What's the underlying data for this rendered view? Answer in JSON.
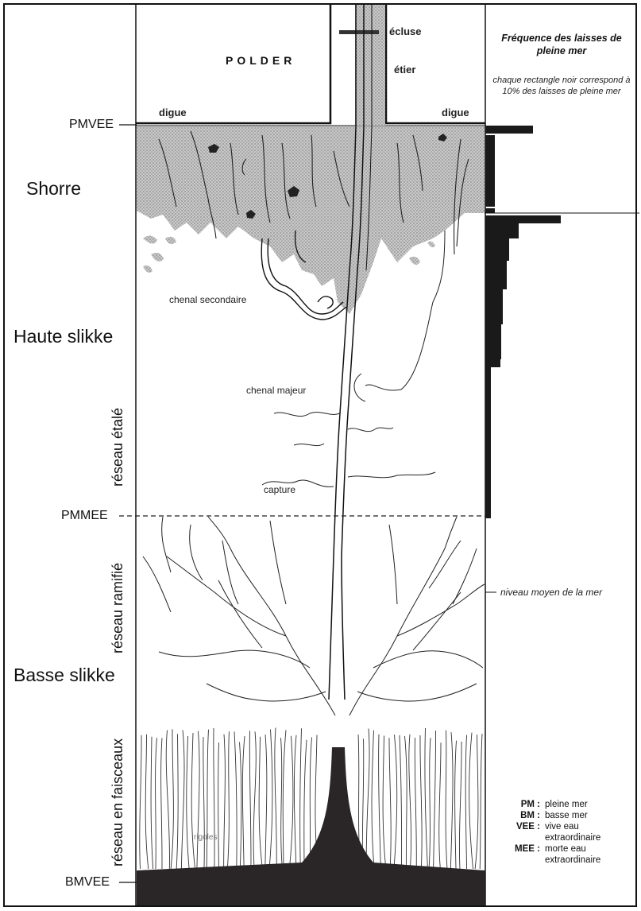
{
  "levels": {
    "pmvee": "PMVEE",
    "pmmee": "PMMEE",
    "bmvee": "BMVEE"
  },
  "zones": {
    "shorre": "Shorre",
    "haute_slikke": "Haute slikke",
    "basse_slikke": "Basse slikke"
  },
  "networks": {
    "etale": "réseau étalé",
    "ramifie": "réseau ramifié",
    "faisceaux": "réseau en faisceaux"
  },
  "labels": {
    "polder": "POLDER",
    "ecluse": "écluse",
    "etier": "étier",
    "digue_left": "digue",
    "digue_right": "digue",
    "chenal_secondaire": "chenal secondaire",
    "chenal_majeur": "chenal majeur",
    "capture": "capture",
    "rigoles": "rigoles",
    "niveau_moyen": "niveau moyen de la mer"
  },
  "frequency": {
    "title": "Fréquence des laisses de pleine mer",
    "note": "chaque rectangle noir correspond à 10% des laisses de pleine mer",
    "bars": [
      0.6,
      0.12,
      0.12,
      0.12,
      0.12,
      0.95,
      0.42,
      0.3,
      0.27,
      0.22,
      0.2,
      0.19,
      0.07
    ]
  },
  "legend": [
    {
      "key": "PM :",
      "value": "pleine mer"
    },
    {
      "key": "BM :",
      "value": "basse mer"
    },
    {
      "key": "VEE :",
      "value": "vive eau extraordinaire"
    },
    {
      "key": "MEE :",
      "value": "morte eau extraordinaire"
    }
  ]
}
